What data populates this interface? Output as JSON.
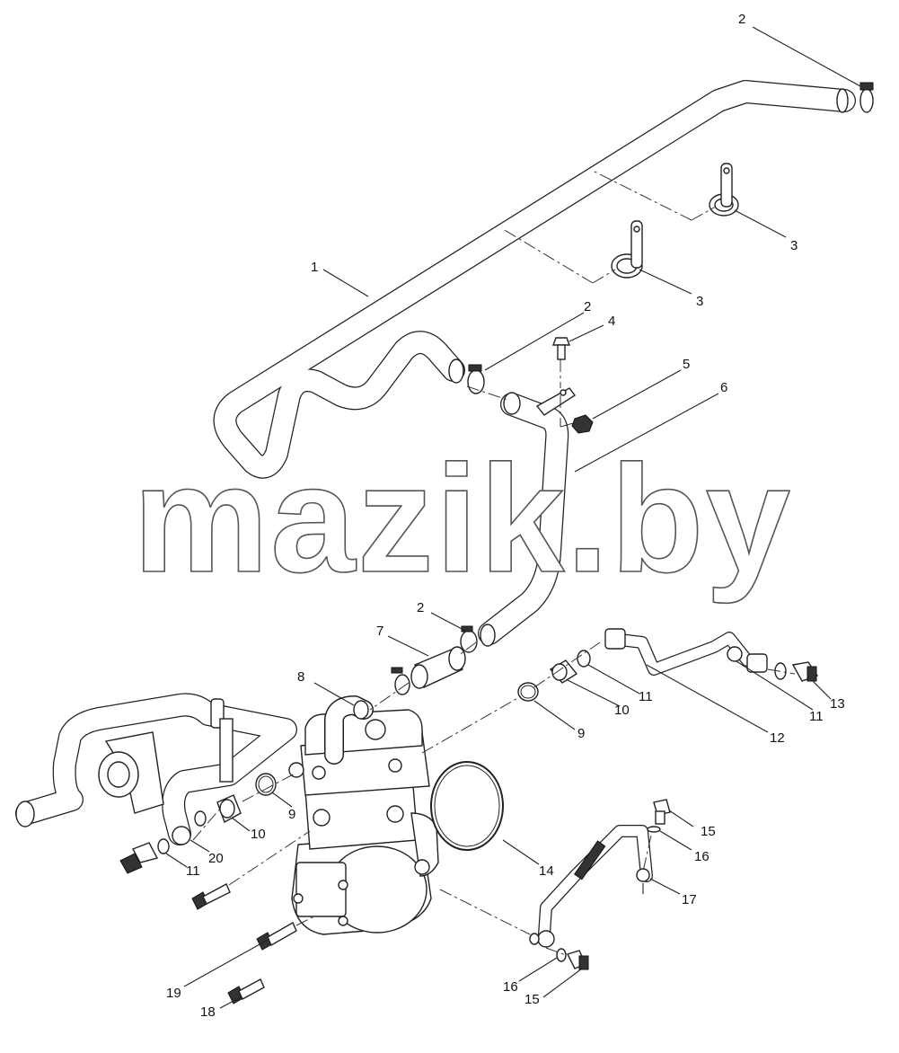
{
  "watermark": "mazik.by",
  "callouts": [
    {
      "id": "c2a",
      "text": "2"
    },
    {
      "id": "c3a",
      "text": "3"
    },
    {
      "id": "c1",
      "text": "1"
    },
    {
      "id": "c3b",
      "text": "3"
    },
    {
      "id": "c2b",
      "text": "2"
    },
    {
      "id": "c4",
      "text": "4"
    },
    {
      "id": "c5",
      "text": "5"
    },
    {
      "id": "c6",
      "text": "6"
    },
    {
      "id": "c2c",
      "text": "2"
    },
    {
      "id": "c7",
      "text": "7"
    },
    {
      "id": "c8",
      "text": "8"
    },
    {
      "id": "c11a",
      "text": "11"
    },
    {
      "id": "c10a",
      "text": "10"
    },
    {
      "id": "c9a",
      "text": "9"
    },
    {
      "id": "c13",
      "text": "13"
    },
    {
      "id": "c11b",
      "text": "11"
    },
    {
      "id": "c12",
      "text": "12"
    },
    {
      "id": "c9b",
      "text": "9"
    },
    {
      "id": "c10b",
      "text": "10"
    },
    {
      "id": "c20",
      "text": "20"
    },
    {
      "id": "c11c",
      "text": "11"
    },
    {
      "id": "c14",
      "text": "14"
    },
    {
      "id": "c15a",
      "text": "15"
    },
    {
      "id": "c16a",
      "text": "16"
    },
    {
      "id": "c17",
      "text": "17"
    },
    {
      "id": "c19",
      "text": "19"
    },
    {
      "id": "c18",
      "text": "18"
    },
    {
      "id": "c16b",
      "text": "16"
    },
    {
      "id": "c15b",
      "text": "15"
    }
  ]
}
